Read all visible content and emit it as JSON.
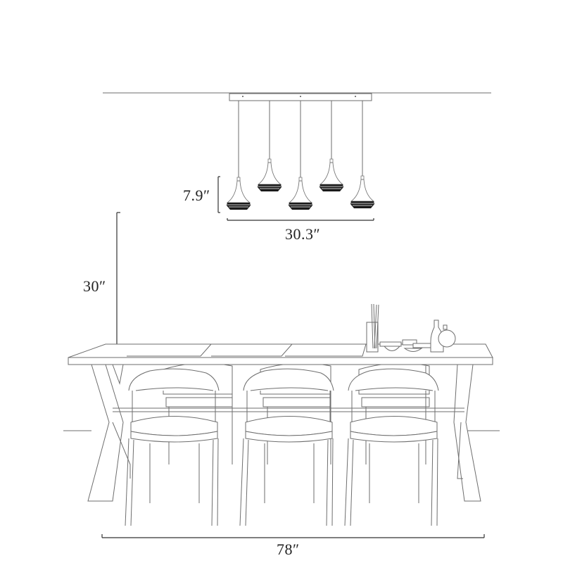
{
  "figure": {
    "type": "dimensioned product line drawing",
    "subject": "5-light linear pendant chandelier over dining table with six chairs"
  },
  "dimensions": {
    "pendant_height": "7.9″",
    "chandelier_width": "30.3″",
    "hang_height_above_table": "30″",
    "table_length": "78″"
  },
  "colors": {
    "line": "#6e6e6e",
    "dimension_line": "#333333",
    "shade_bands": "#1a1a1a",
    "background": "#ffffff"
  },
  "elements": {
    "pendant_count": 5,
    "chair_count_front": 3,
    "chair_count_back": 3
  }
}
